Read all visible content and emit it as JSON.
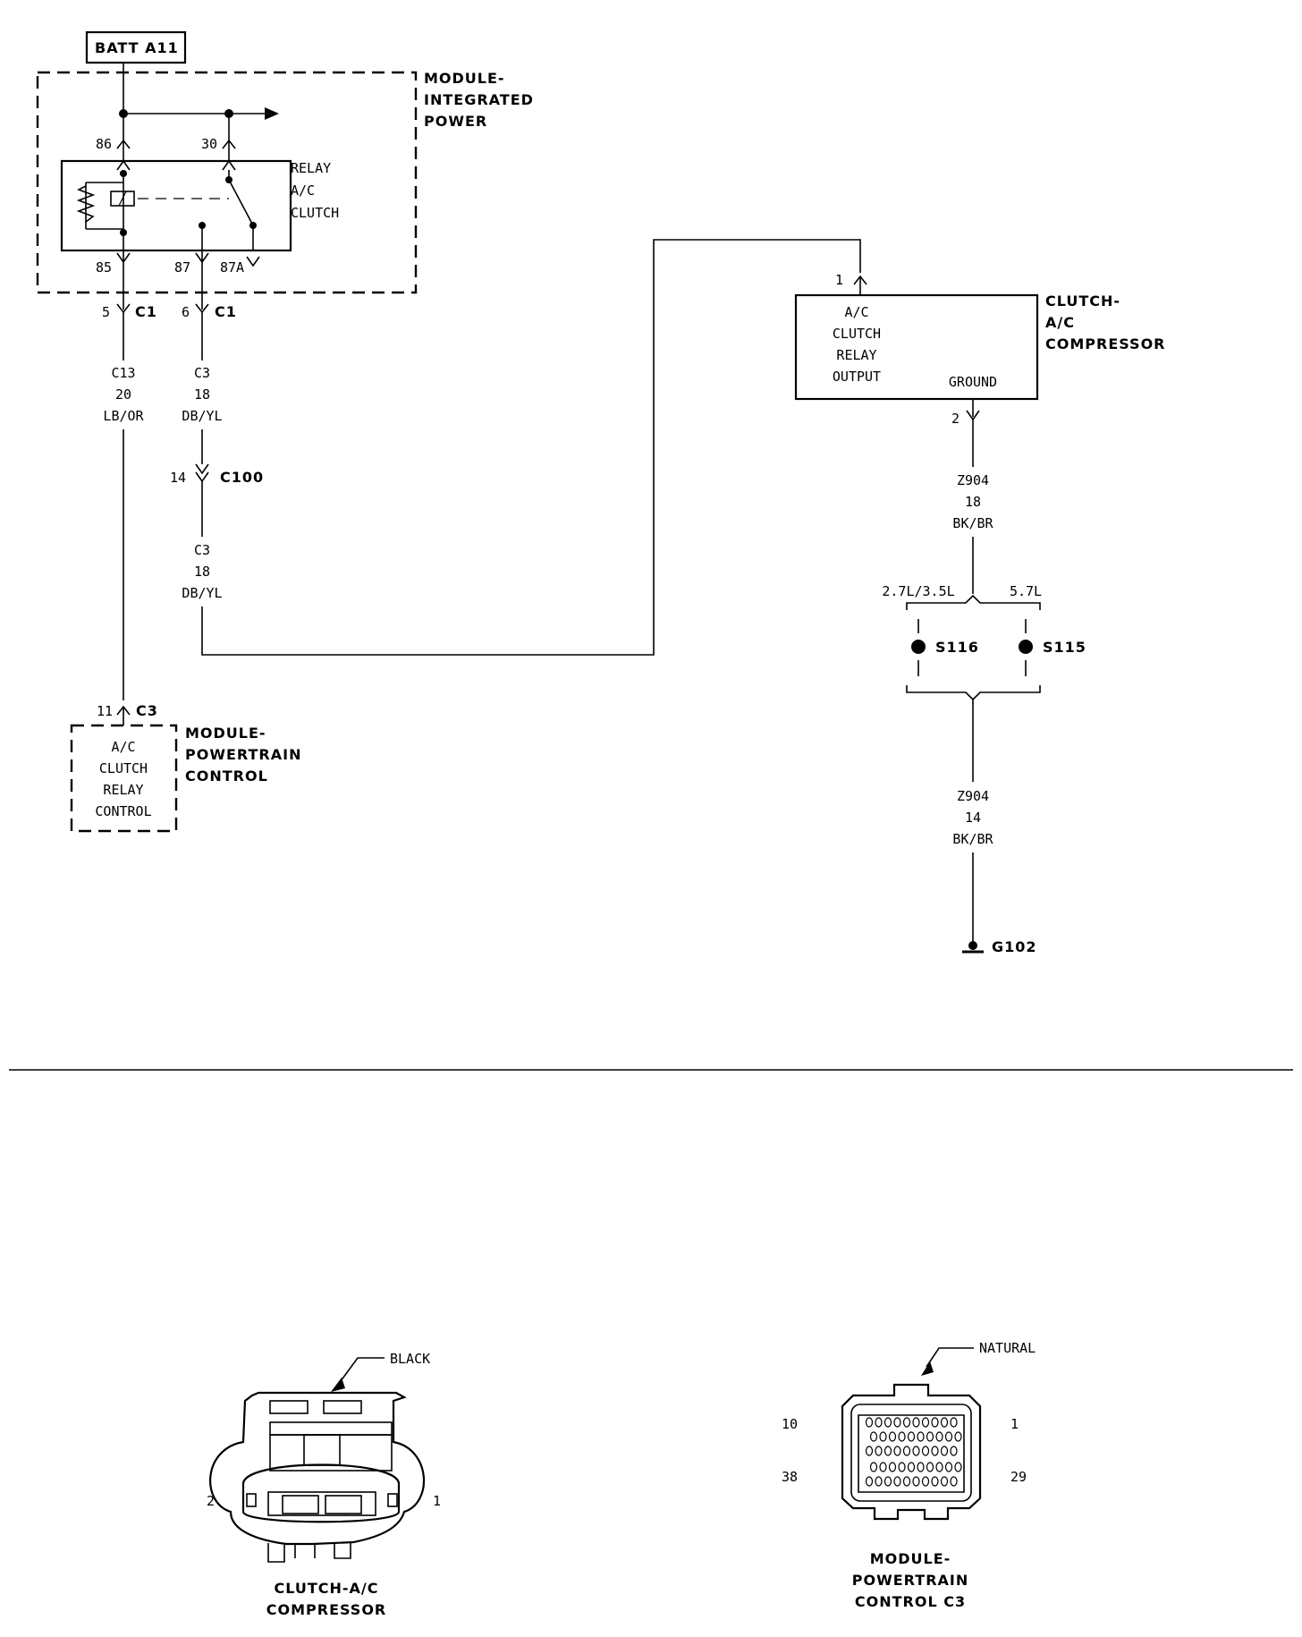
{
  "batt": "BATT A11",
  "mip": {
    "line1": "MODULE-",
    "line2": "INTEGRATED",
    "line3": "POWER"
  },
  "relay": {
    "line1": "RELAY",
    "line2": "A/C",
    "line3": "CLUTCH",
    "pin86": "86",
    "pin30": "30",
    "pin85": "85",
    "pin87": "87",
    "pin87a": "87A"
  },
  "c1_left": {
    "pin": "5",
    "conn": "C1"
  },
  "c1_right": {
    "pin": "6",
    "conn": "C1"
  },
  "wire_c13": {
    "circuit": "C13",
    "gauge": "20",
    "color": "LB/OR"
  },
  "wire_c3_a": {
    "circuit": "C3",
    "gauge": "18",
    "color": "DB/YL"
  },
  "c100": {
    "pin": "14",
    "conn": "C100"
  },
  "wire_c3_b": {
    "circuit": "C3",
    "gauge": "18",
    "color": "DB/YL"
  },
  "pcm_conn": {
    "pin": "11",
    "conn": "C3"
  },
  "pcm_box": {
    "line1": "A/C",
    "line2": "CLUTCH",
    "line3": "RELAY",
    "line4": "CONTROL"
  },
  "pcm_title": {
    "line1": "MODULE-",
    "line2": "POWERTRAIN",
    "line3": "CONTROL"
  },
  "compressor": {
    "pin1": "1",
    "pin2": "2",
    "line1": "A/C",
    "line2": "CLUTCH",
    "line3": "RELAY",
    "line4": "OUTPUT",
    "ground": "GROUND",
    "title1": "CLUTCH-",
    "title2": "A/C",
    "title3": "COMPRESSOR"
  },
  "wire_z904_a": {
    "circuit": "Z904",
    "gauge": "18",
    "color": "BK/BR"
  },
  "engine_left": "2.7L/3.5L",
  "engine_right": "5.7L",
  "splice_left": "S116",
  "splice_right": "S115",
  "wire_z904_b": {
    "circuit": "Z904",
    "gauge": "14",
    "color": "BK/BR"
  },
  "ground": "G102",
  "conn_view_left": {
    "color_label": "BLACK",
    "pin_left": "2",
    "pin_right": "1",
    "title1": "CLUTCH-A/C",
    "title2": "COMPRESSOR"
  },
  "conn_view_right": {
    "color_label": "NATURAL",
    "pin_tl": "10",
    "pin_tr": "1",
    "pin_bl": "38",
    "pin_br": "29",
    "title1": "MODULE-",
    "title2": "POWERTRAIN",
    "title3": "CONTROL C3"
  }
}
